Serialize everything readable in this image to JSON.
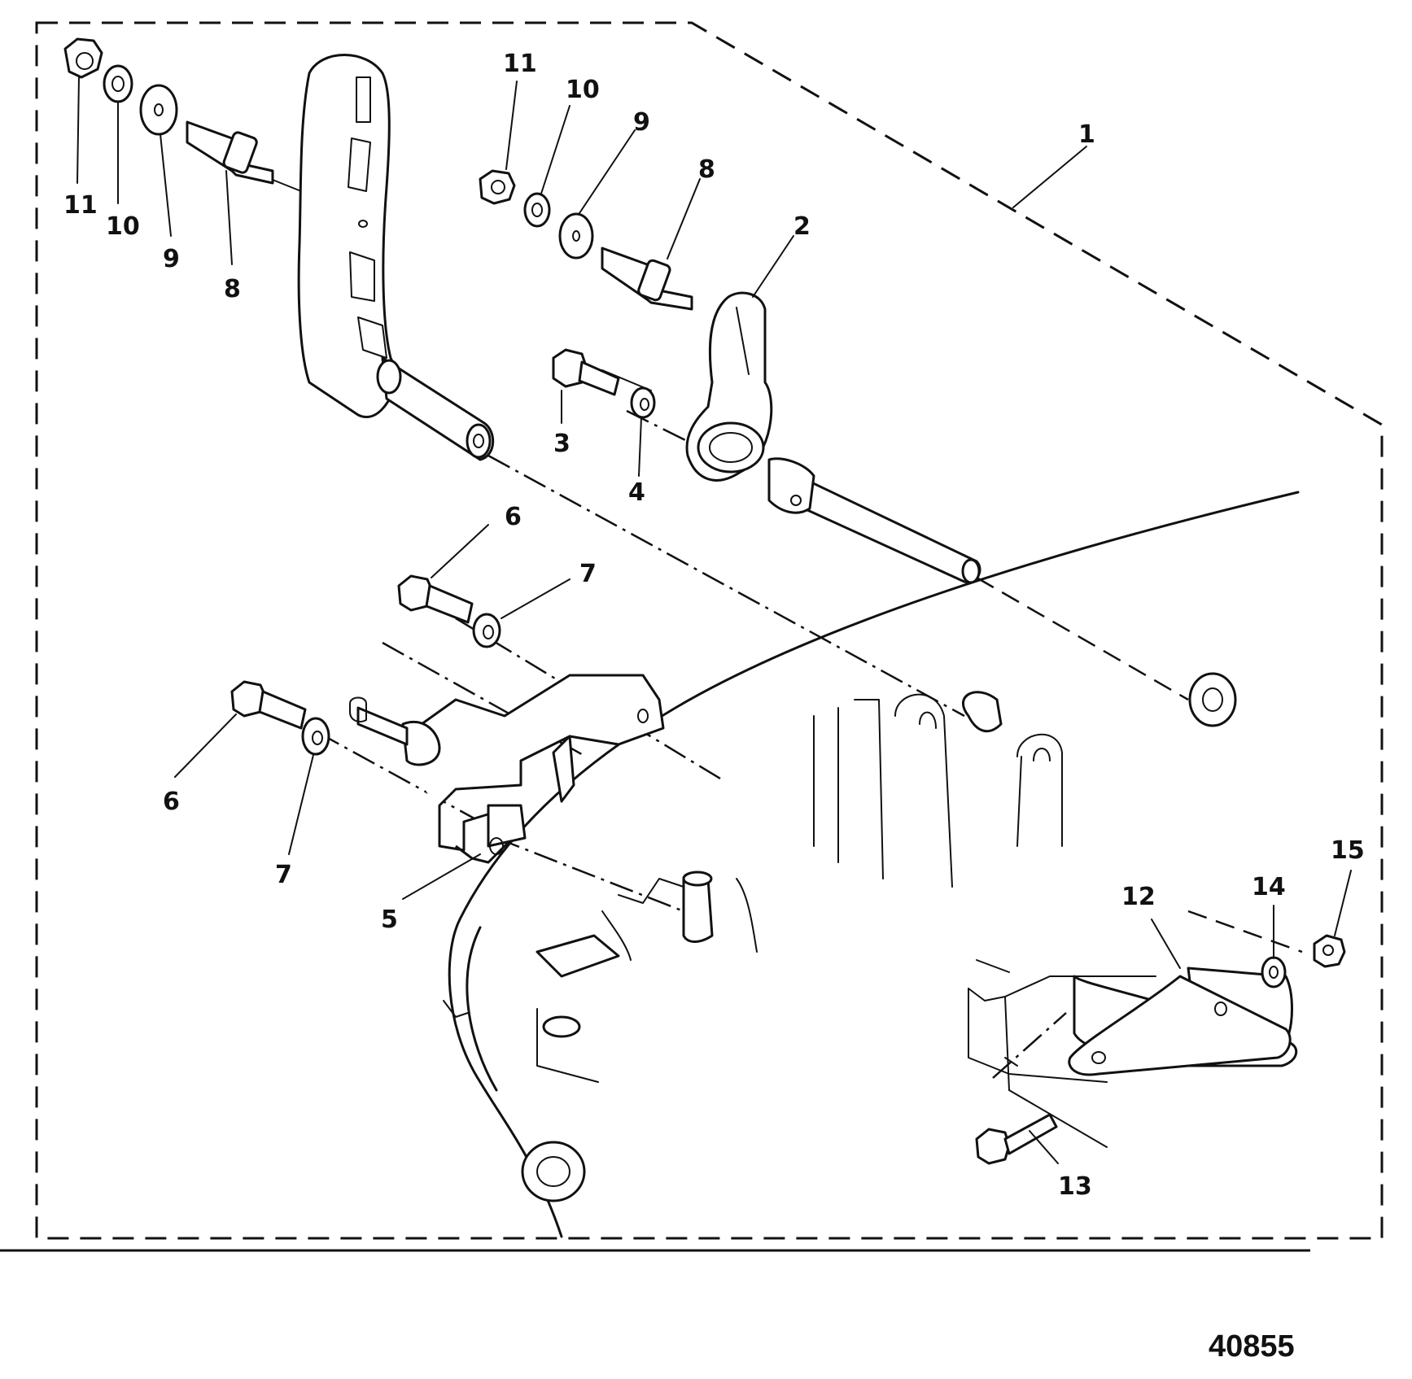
{
  "diagram": {
    "figure_number": "40855",
    "callouts": {
      "c1": "1",
      "c2": "2",
      "c3": "3",
      "c4": "4",
      "c5": "5",
      "c6a": "6",
      "c6b": "6",
      "c7a": "7",
      "c7b": "7",
      "c8a": "8",
      "c8b": "8",
      "c9a": "9",
      "c9b": "9",
      "c10a": "10",
      "c10b": "10",
      "c11a": "11",
      "c11b": "11",
      "c12": "12",
      "c13": "13",
      "c14": "14",
      "c15": "15"
    }
  }
}
